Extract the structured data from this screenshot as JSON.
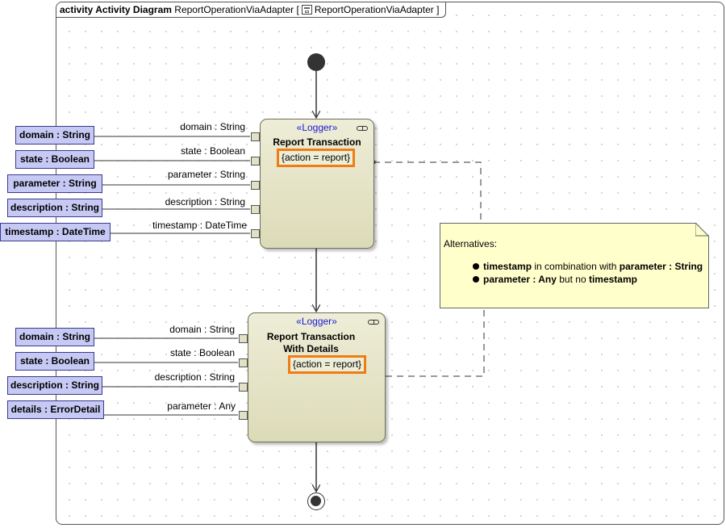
{
  "frame": {
    "kind_label": "activity Activity Diagram",
    "diagram_name": "ReportOperationViaAdapter",
    "bracket_open": "[",
    "bracket_name": "ReportOperationViaAdapter",
    "bracket_close": "]"
  },
  "actions": [
    {
      "stereotype": "«Logger»",
      "name": "Report Transaction",
      "constraint": "{action = report}",
      "pins": [
        {
          "label": "domain : String",
          "object": "domain : String"
        },
        {
          "label": "state : Boolean",
          "object": "state : Boolean"
        },
        {
          "label": "parameter : String",
          "object": "parameter : String"
        },
        {
          "label": "description : String",
          "object": "description : String"
        },
        {
          "label": "timestamp : DateTime",
          "object": "timestamp : DateTime"
        }
      ]
    },
    {
      "stereotype": "«Logger»",
      "name_line1": "Report Transaction",
      "name_line2": "With Details",
      "constraint": "{action = report}",
      "pins": [
        {
          "label": "domain : String",
          "object": "domain : String"
        },
        {
          "label": "state : Boolean",
          "object": "state : Boolean"
        },
        {
          "label": "description : String",
          "object": "description : String"
        },
        {
          "label": "parameter : Any",
          "object": "details : ErrorDetail"
        }
      ]
    }
  ],
  "note": {
    "title": "Alternatives:",
    "line1_bold_a": "timestamp",
    "line1_text": " in combination with ",
    "line1_bold_b": "parameter : String",
    "line2_bold_a": "parameter : Any",
    "line2_text": " but no ",
    "line2_bold_b": "timestamp"
  },
  "colors": {
    "action_fill": "#e6e5c8",
    "constraint_border": "#f07c14",
    "object_fill": "#c7c9f5",
    "note_fill": "#ffffcc",
    "stereotype_text": "#1a1ad6"
  }
}
